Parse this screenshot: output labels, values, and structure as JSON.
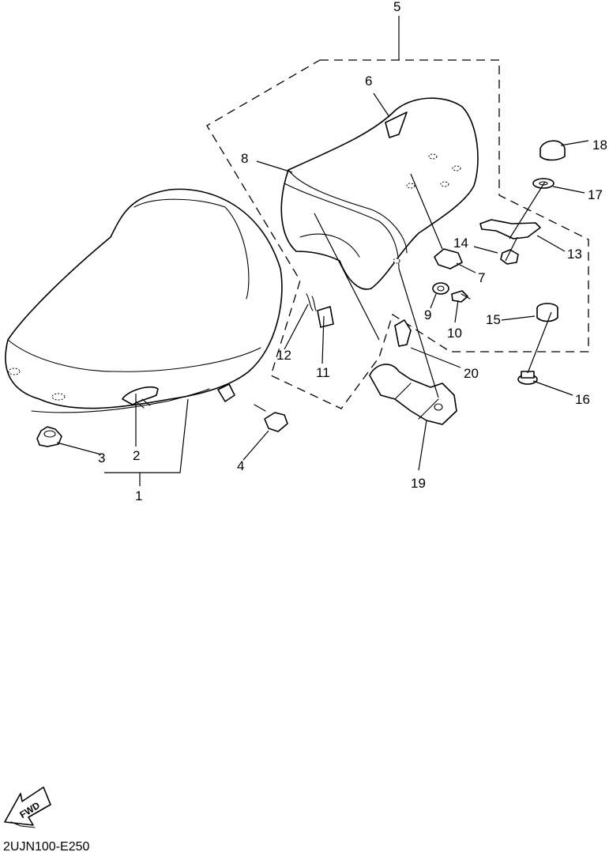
{
  "diagram": {
    "callouts": [
      "1",
      "2",
      "3",
      "4",
      "5",
      "6",
      "7",
      "8",
      "9",
      "10",
      "11",
      "12",
      "13",
      "14",
      "15",
      "16",
      "17",
      "18",
      "19",
      "20"
    ],
    "fwd_label": "FWD",
    "drawing_code": "2UJN100-E250"
  }
}
